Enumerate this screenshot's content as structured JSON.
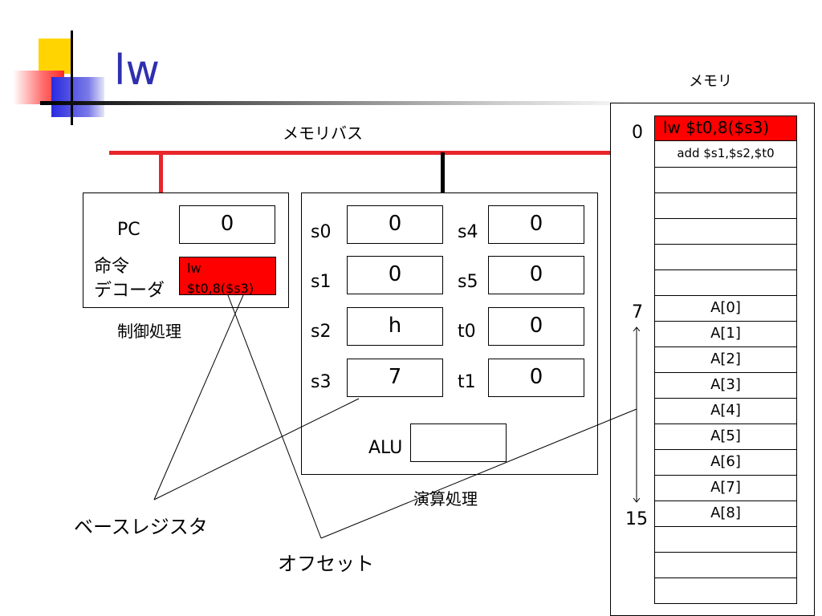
{
  "slide": {
    "title": "lw"
  },
  "bus": {
    "label": "メモリバス"
  },
  "memory": {
    "title": "メモリ",
    "addr_start": "0",
    "addr_mid": "7",
    "addr_end": "15",
    "cells": [
      "lw $t0,8($s3)",
      "add $s1,$s2,$t0",
      "",
      "",
      "",
      "",
      "",
      "A[0]",
      "A[1]",
      "A[2]",
      "A[3]",
      "A[4]",
      "A[5]",
      "A[6]",
      "A[7]",
      "A[8]",
      "",
      "",
      ""
    ]
  },
  "control": {
    "caption": "制御処理",
    "pc_label": "PC",
    "pc_value": "0",
    "decoder_label_1": "命令",
    "decoder_label_2": "デコーダ",
    "decoder_value_1": "lw",
    "decoder_value_2": "$t0,8($s3)"
  },
  "compute": {
    "caption": "演算処理",
    "registers": [
      {
        "name": "s0",
        "value": "0"
      },
      {
        "name": "s1",
        "value": "0"
      },
      {
        "name": "s2",
        "value": "h"
      },
      {
        "name": "s3",
        "value": "7"
      },
      {
        "name": "s4",
        "value": "0"
      },
      {
        "name": "s5",
        "value": "0"
      },
      {
        "name": "t0",
        "value": "0"
      },
      {
        "name": "t1",
        "value": "0"
      }
    ],
    "alu_label": "ALU"
  },
  "annotations": {
    "base_register": "ベースレジスタ",
    "offset": "オフセット"
  },
  "colors": {
    "bus_red": "#e8262a",
    "highlight_red": "#ff0000"
  }
}
